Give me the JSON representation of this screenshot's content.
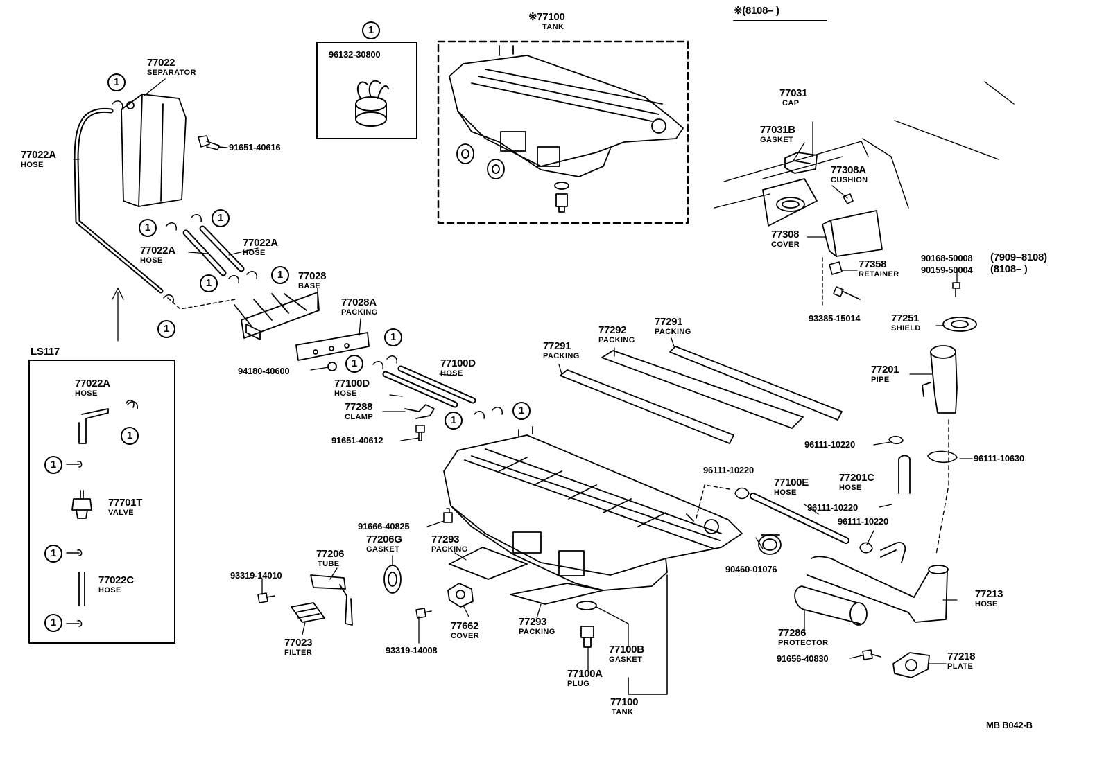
{
  "header": {
    "date_note": "※(8108–      )",
    "figure_code": "MB   B042-B"
  },
  "callout_ref": "1",
  "clamp_inset": {
    "part": "96132-30800"
  },
  "tank_inset": {
    "part": "※77100",
    "name": "TANK"
  },
  "ls_box": {
    "title": "LS117"
  },
  "parts": {
    "separator": {
      "part": "77022",
      "name": "SEPARATOR"
    },
    "hose_left": {
      "part": "77022A",
      "name": "HOSE"
    },
    "bolt_91651_40616": {
      "part": "91651-40616"
    },
    "hose_a2": {
      "part": "77022A",
      "name": "HOSE"
    },
    "hose_a3": {
      "part": "77022A",
      "name": "HOSE"
    },
    "base": {
      "part": "77028",
      "name": "BASE"
    },
    "packing_base": {
      "part": "77028A",
      "name": "PACKING"
    },
    "nut_94180": {
      "part": "94180-40600"
    },
    "hose_d1": {
      "part": "77100D",
      "name": "HOSE"
    },
    "hose_d2": {
      "part": "77100D",
      "name": "HOSE"
    },
    "clamp_77288": {
      "part": "77288",
      "name": "CLAMP"
    },
    "bolt_91651_40612": {
      "part": "91651-40612"
    },
    "packing_77291a": {
      "part": "77291",
      "name": "PACKING"
    },
    "packing_77292": {
      "part": "77292",
      "name": "PACKING"
    },
    "packing_77291b": {
      "part": "77291",
      "name": "PACKING"
    },
    "cap": {
      "part": "77031",
      "name": "CAP"
    },
    "gasket_cap": {
      "part": "77031B",
      "name": "GASKET"
    },
    "cushion": {
      "part": "77308A",
      "name": "CUSHION"
    },
    "cover_77308": {
      "part": "77308",
      "name": "COVER"
    },
    "retainer": {
      "part": "77358",
      "name": "RETAINER"
    },
    "screw_90168": {
      "part": "90168-50008",
      "range": "(7909–8108)"
    },
    "screw_90159": {
      "part": "90159-50004",
      "range": "(8108–      )"
    },
    "bolt_93385": {
      "part": "93385-15014"
    },
    "shield": {
      "part": "77251",
      "name": "SHIELD"
    },
    "pipe": {
      "part": "77201",
      "name": "PIPE"
    },
    "clip_96111_a": {
      "part": "96111-10220"
    },
    "clip_96111_b": {
      "part": "96111-10630"
    },
    "clip_96111_c": {
      "part": "96111-10220"
    },
    "hose_e": {
      "part": "77100E",
      "name": "HOSE"
    },
    "hose_201c": {
      "part": "77201C",
      "name": "HOSE"
    },
    "clip_96111_d": {
      "part": "96111-10220"
    },
    "clip_96111_e": {
      "part": "96111-10220"
    },
    "clamp_90460": {
      "part": "90460-01076"
    },
    "hose_77213": {
      "part": "77213",
      "name": "HOSE"
    },
    "protector": {
      "part": "77286",
      "name": "PROTECTOR"
    },
    "bolt_91656": {
      "part": "91656-40830"
    },
    "plate": {
      "part": "77218",
      "name": "PLATE"
    },
    "bolt_91666": {
      "part": "91666-40825"
    },
    "gasket_206g": {
      "part": "77206G",
      "name": "GASKET"
    },
    "packing_77293a": {
      "part": "77293",
      "name": "PACKING"
    },
    "tube": {
      "part": "77206",
      "name": "TUBE"
    },
    "bolt_93319_14010": {
      "part": "93319-14010"
    },
    "filter": {
      "part": "77023",
      "name": "FILTER"
    },
    "bolt_93319_14008": {
      "part": "93319-14008"
    },
    "cover_77662": {
      "part": "77662",
      "name": "COVER"
    },
    "packing_77293b": {
      "part": "77293",
      "name": "PACKING"
    },
    "gasket_100b": {
      "part": "77100B",
      "name": "GASKET"
    },
    "plug": {
      "part": "77100A",
      "name": "PLUG"
    },
    "tank_main": {
      "part": "77100",
      "name": "TANK"
    },
    "ls_hose_a": {
      "part": "77022A",
      "name": "HOSE"
    },
    "ls_valve": {
      "part": "77701T",
      "name": "VALVE"
    },
    "ls_hose_c": {
      "part": "77022C",
      "name": "HOSE"
    }
  }
}
